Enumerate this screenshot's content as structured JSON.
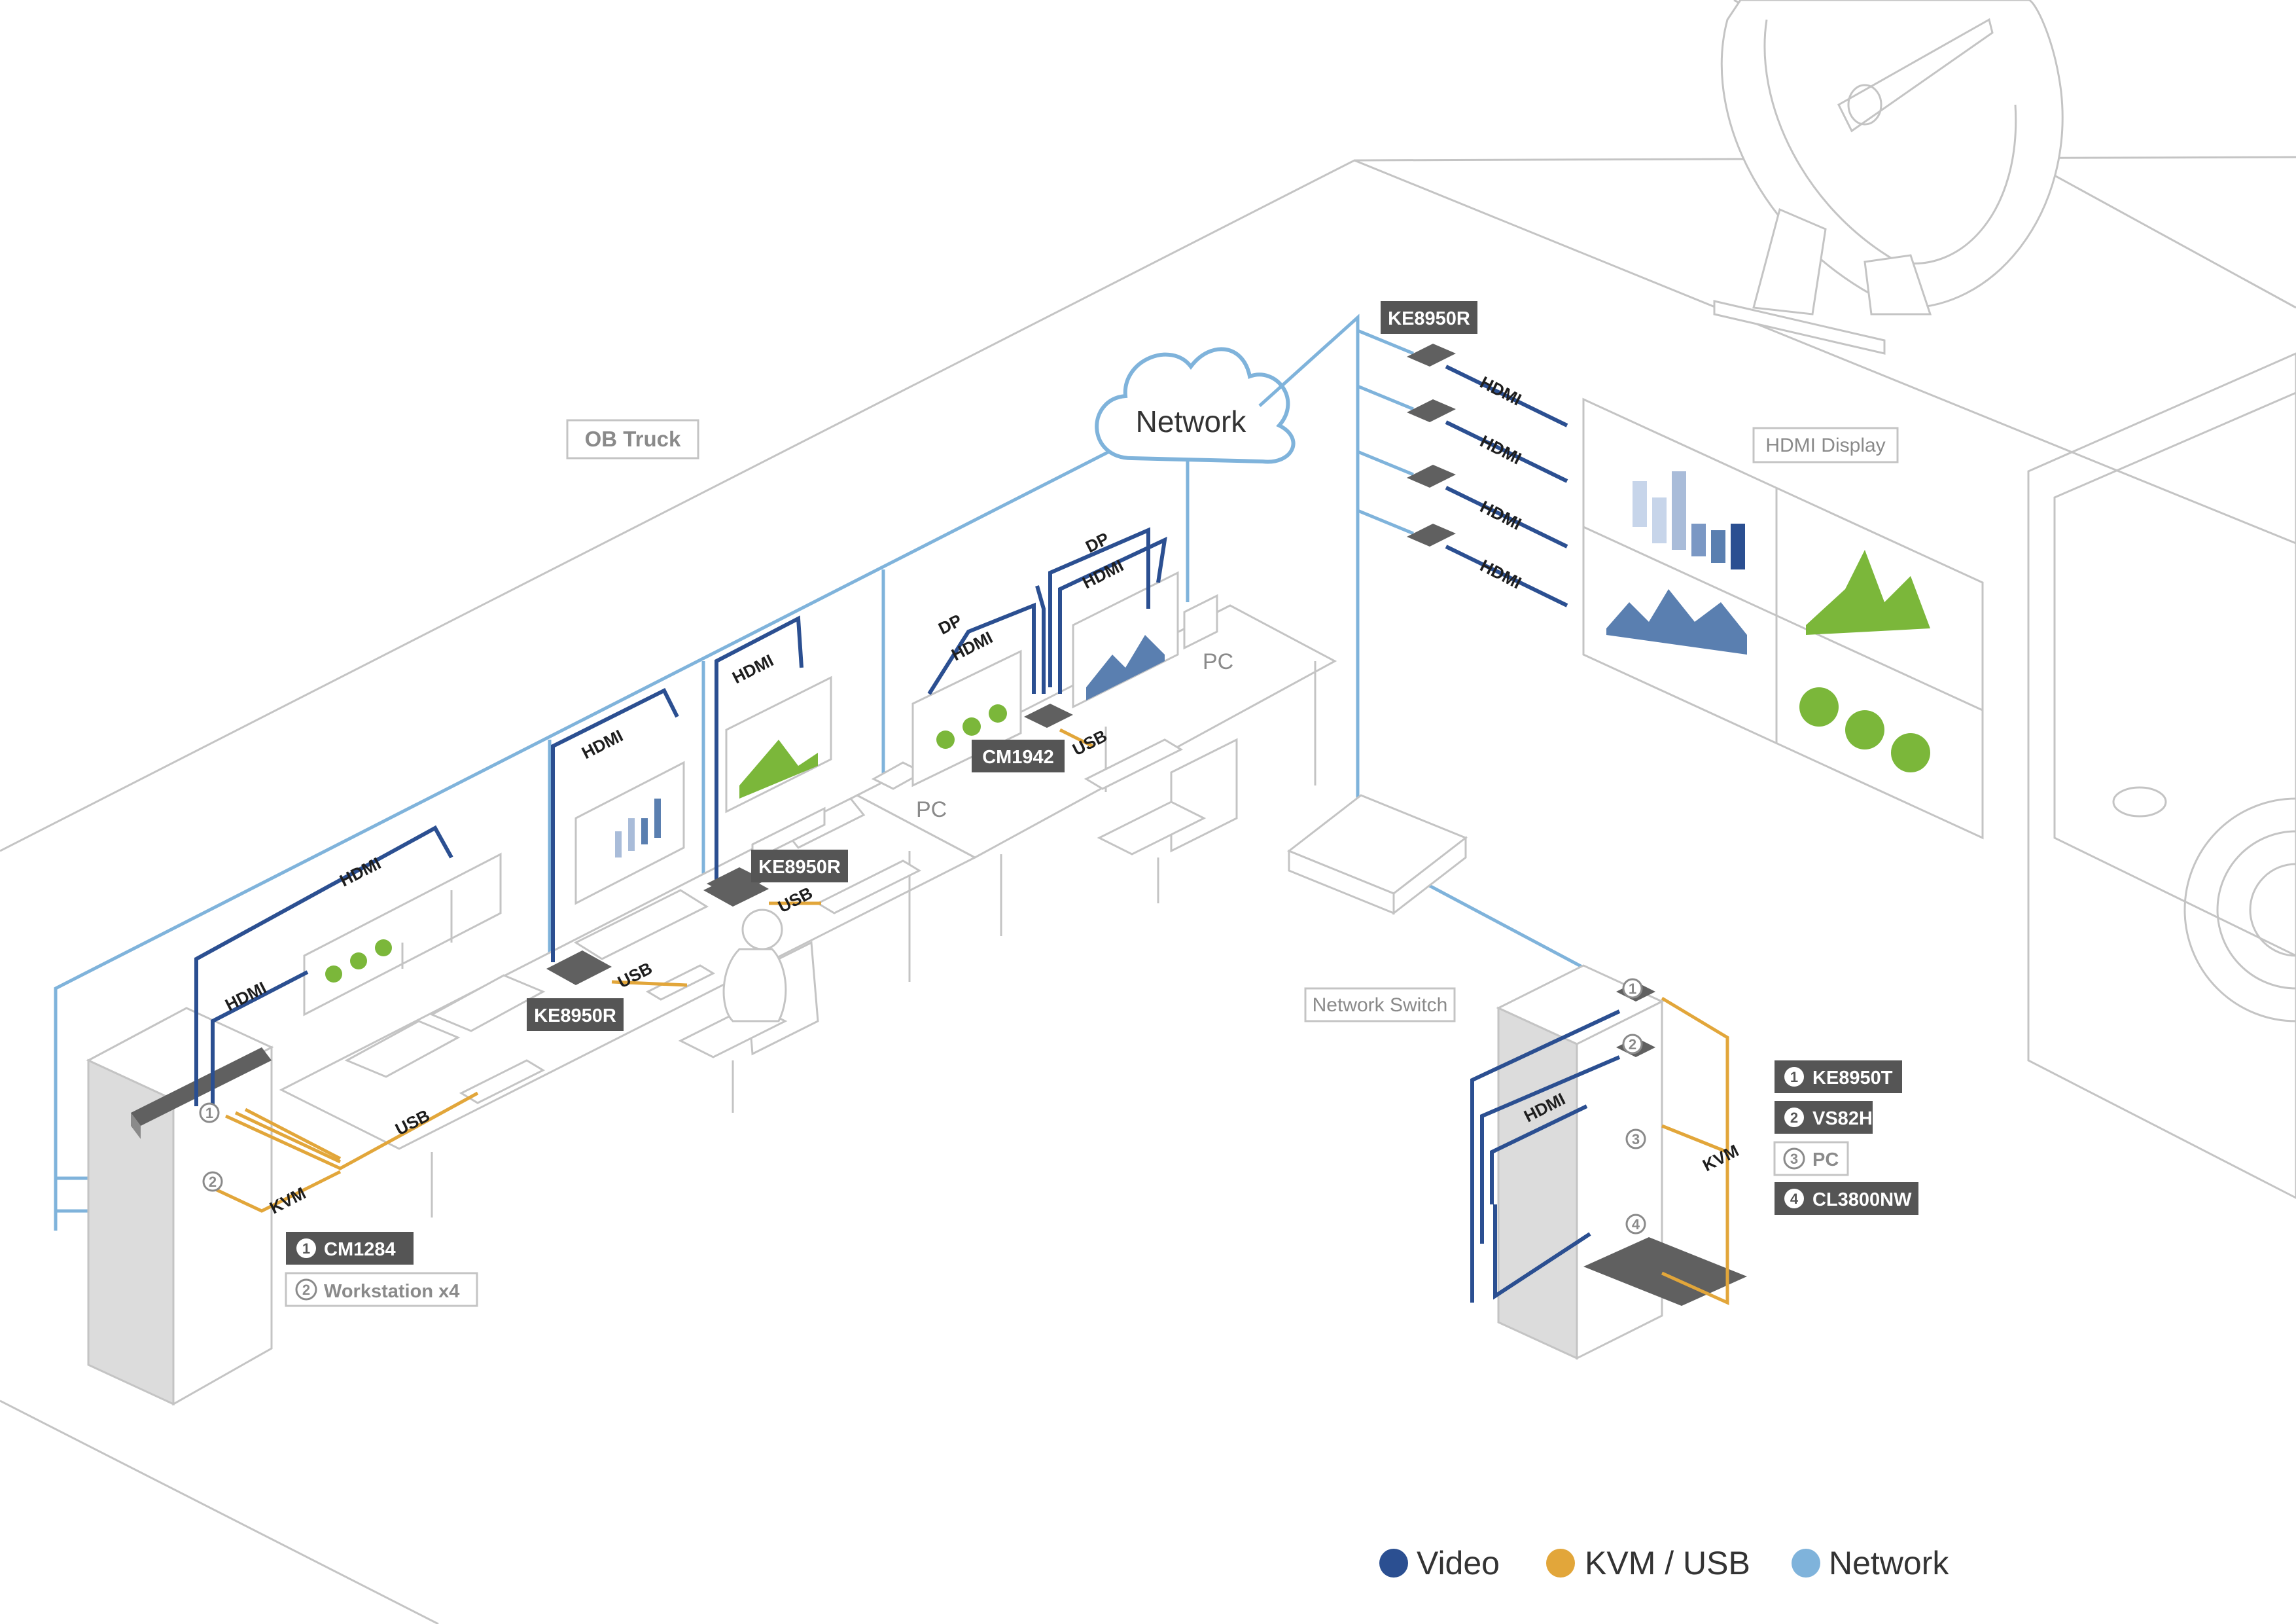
{
  "areas": {
    "ob_truck": "OB Truck",
    "hdmi_display": "HDMI Display",
    "network_switch": "Network Switch",
    "network": "Network"
  },
  "devices": {
    "ke8950r_top": "KE8950R",
    "ke8950r_mid": "KE8950R",
    "ke8950r_left": "KE8950R",
    "cm1942": "CM1942",
    "pc_right": "PC",
    "pc_left": "PC"
  },
  "cables": {
    "hdmi": "HDMI",
    "dp": "DP",
    "usb": "USB",
    "kvm": "KVM"
  },
  "rack_left": {
    "items": [
      {
        "num": "1",
        "label": "CM1284",
        "style": "dark"
      },
      {
        "num": "2",
        "label": "Workstation x4",
        "style": "light"
      }
    ]
  },
  "rack_right": {
    "items": [
      {
        "num": "1",
        "label": "KE8950T",
        "style": "dark"
      },
      {
        "num": "2",
        "label": "VS82H",
        "style": "dark"
      },
      {
        "num": "3",
        "label": "PC",
        "style": "light"
      },
      {
        "num": "4",
        "label": "CL3800NW",
        "style": "dark"
      }
    ]
  },
  "legend": [
    {
      "label": "Video",
      "color": "#2b4f91"
    },
    {
      "label": "KVM / USB",
      "color": "#e2a63a"
    },
    {
      "label": "Network",
      "color": "#7fb3db"
    }
  ],
  "colors": {
    "video": "#2b4f91",
    "kvm_usb": "#e2a63a",
    "network": "#7fb3db",
    "label_dark": "#555555",
    "chart_blue": "#5a7fb0",
    "chart_green": "#7bb73a"
  }
}
